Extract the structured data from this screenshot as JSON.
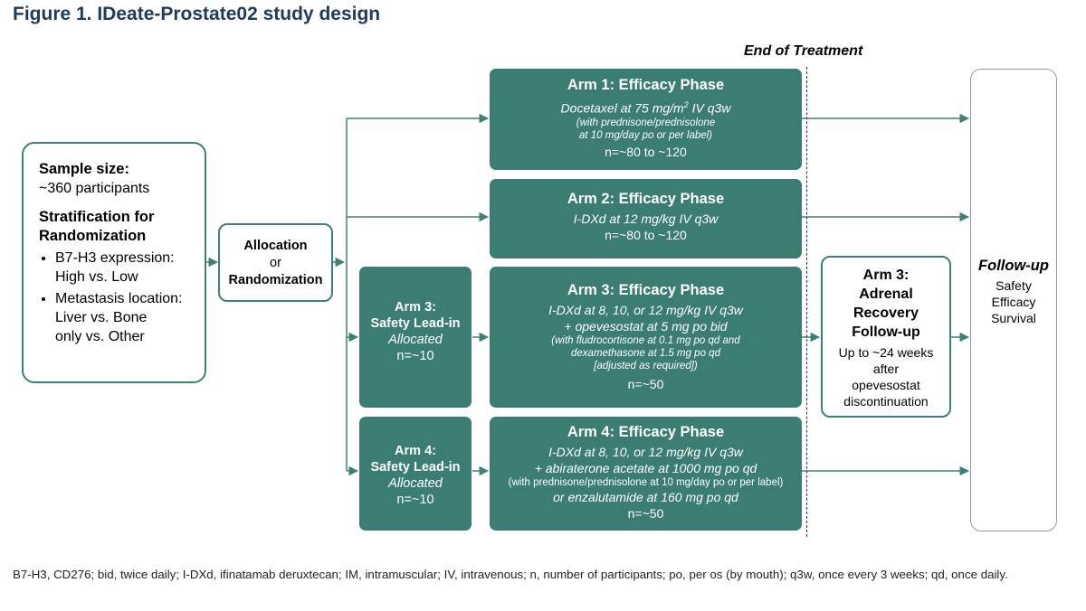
{
  "title": "Figure 1. IDeate-Prostate02 study design",
  "end_of_treatment": "End of Treatment",
  "sample": {
    "heading": "Sample size:",
    "value": "~360 participants",
    "strat_heading_1": "Stratification for",
    "strat_heading_2": "Randomization",
    "bullets": [
      {
        "line1": "B7-H3 expression:",
        "line2": "High vs. Low"
      },
      {
        "line1": "Metastasis location:",
        "line2": "Liver vs. Bone",
        "line3": "only vs. Other"
      }
    ]
  },
  "allocation": {
    "line1": "Allocation",
    "line2": "or",
    "line3": "Randomization"
  },
  "arm1": {
    "title": "Arm 1: Efficacy Phase",
    "drug": "Docetaxel at 75 mg/m",
    "drug_sup": "2",
    "drug_tail": " IV q3w",
    "note1": "(with prednisone/prednisolone",
    "note2": "at 10 mg/day po or per label)",
    "n": "n=~80 to ~120"
  },
  "arm2": {
    "title": "Arm 2: Efficacy Phase",
    "drug": "I-DXd at 12 mg/kg IV q3w",
    "n": "n=~80 to ~120"
  },
  "arm3_lead": {
    "line1": "Arm 3:",
    "line2": "Safety Lead-in",
    "allocated": "Allocated",
    "n": "n=~10"
  },
  "arm3": {
    "title": "Arm 3: Efficacy Phase",
    "drug1": "I-DXd at 8, 10, or 12 mg/kg IV q3w",
    "drug2": "+  opevesostat at 5 mg po bid",
    "note1": "(with fludrocortisone at 0.1 mg po qd and",
    "note2": "dexamethasone at 1.5 mg po qd",
    "note3": "[adjusted as required])",
    "n": "n=~50"
  },
  "arm4_lead": {
    "line1": "Arm 4:",
    "line2": "Safety Lead-in",
    "allocated": "Allocated",
    "n": "n=~10"
  },
  "arm4": {
    "title": "Arm 4: Efficacy Phase",
    "drug1": "I-DXd at 8, 10, or 12 mg/kg IV q3w",
    "drug2": "+ abiraterone acetate at 1000 mg po qd",
    "note1": "(with prednisone/prednisolone at 10 mg/day po or per label)",
    "drug3": "or enzalutamide at 160 mg po qd",
    "n": "n=~50"
  },
  "recovery": {
    "line1": "Arm 3:",
    "line2": "Adrenal",
    "line3": "Recovery",
    "line4": "Follow-up",
    "detail1": "Up to ~24 weeks",
    "detail2": "after",
    "detail3": "opevesostat",
    "detail4": "discontinuation"
  },
  "followup": {
    "title": "Follow-up",
    "items": [
      "Safety",
      "Efficacy",
      "Survival"
    ]
  },
  "footnote": "B7-H3, CD276; bid, twice daily; I-DXd, ifinatamab deruxtecan; IM, intramuscular; IV, intravenous; n, number of participants; po, per os (by mouth); q3w, once every 3 weeks; qd, once daily.",
  "colors": {
    "arm_fill": "#3b7c73",
    "box_border": "#3e8077",
    "title": "#1f3a5a"
  }
}
